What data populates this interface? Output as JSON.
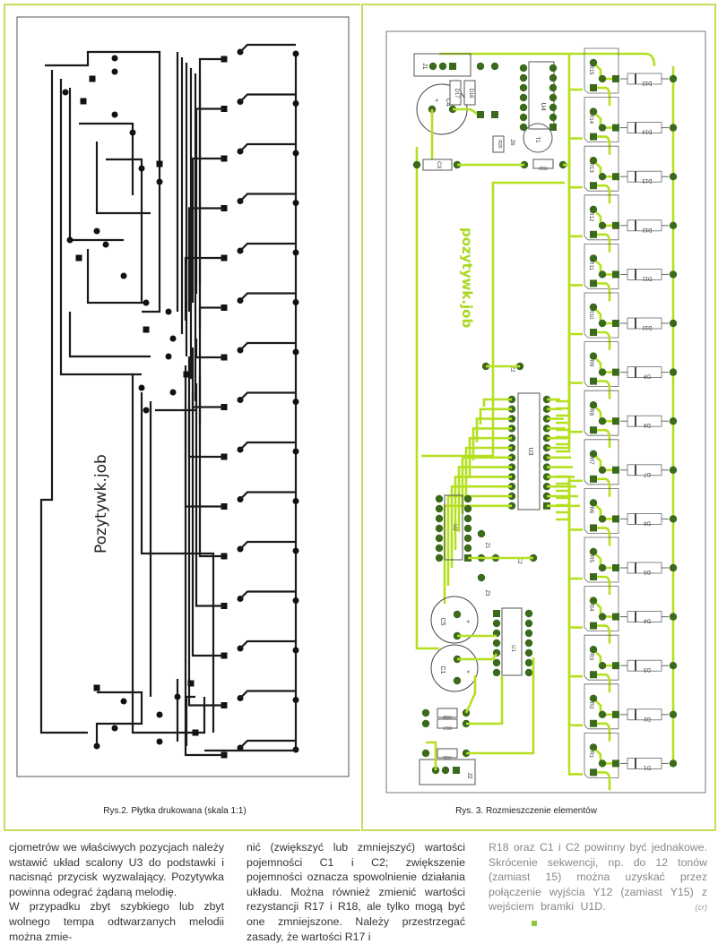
{
  "figures": {
    "left": {
      "caption": "Rys.2. Płytka drukowana (skala 1:1)",
      "board_text": "Pozytywk.job"
    },
    "right": {
      "caption": "Rys. 3. Rozmieszczenie elementów",
      "board_text": "pozytywk.job",
      "rows": [
        {
          "r": "R15",
          "d": "D15"
        },
        {
          "r": "R14",
          "d": "D14"
        },
        {
          "r": "R13",
          "d": "D13"
        },
        {
          "r": "R12",
          "d": "D12"
        },
        {
          "r": "R11",
          "d": "D11"
        },
        {
          "r": "R10",
          "d": "D10"
        },
        {
          "r": "R9",
          "d": "D9"
        },
        {
          "r": "R8",
          "d": "D8"
        },
        {
          "r": "R7",
          "d": "D7"
        },
        {
          "r": "R6",
          "d": "D6"
        },
        {
          "r": "R5",
          "d": "D5"
        },
        {
          "r": "R4",
          "d": "D4"
        },
        {
          "r": "R3",
          "d": "D3"
        },
        {
          "r": "R2",
          "d": "D2"
        },
        {
          "r": "R1",
          "d": "D1"
        }
      ],
      "parts": {
        "j1": "J1",
        "c4": "C4",
        "d17": "D17",
        "d16": "D16",
        "u4": "U4",
        "r20": "R20",
        "z6": "Z6",
        "t1": "T1",
        "c3": "C3",
        "r19": "R19",
        "z2": "Z2",
        "u3": "U3",
        "u2": "U2",
        "z1": "Z1",
        "c2": "C2",
        "z3": "Z3",
        "c1": "C1",
        "c5": "C5",
        "u1": "U1",
        "r18": "R18",
        "r17": "R17",
        "r16": "R16",
        "j2": "J2",
        "plus": "+"
      }
    }
  },
  "article": {
    "col1": [
      "cjometrów we właściwych pozycjach należy wstawić układ scalony U3 do podstawki i nacisnąć przycisk wyzwalający. Pozytywka powinna odegrać żądaną melodię.",
      "W przypadku zbyt szybkiego lub zbyt wolnego tempa odtwarzanych melodii można zmie-"
    ],
    "col2": "nić (zwiększyć lub zmniejszyć) wartości pojemności C1 i C2; zwiększenie pojemności oznacza spowolnienie działania układu. Można również zmienić wartości rezystancji R17 i R18, ale tylko mogą być one zmniejszone. Należy przestrzegać zasady, że wartości R17 i",
    "col3": "R18 oraz C1 i C2 powinny być jednakowe. Skrócenie sekwencji, np. do 12 tonów (zamiast 15) można uzyskać przez połączenie wyjścia Y12 (zamiast Y15) z wejściem bramki U1D.",
    "signature": "(cr)"
  },
  "colors": {
    "trace_green": "#b4e020",
    "pad_green": "#3c6a1c",
    "trace_black": "#1a1a1a",
    "frame": "#c8dc5a"
  }
}
